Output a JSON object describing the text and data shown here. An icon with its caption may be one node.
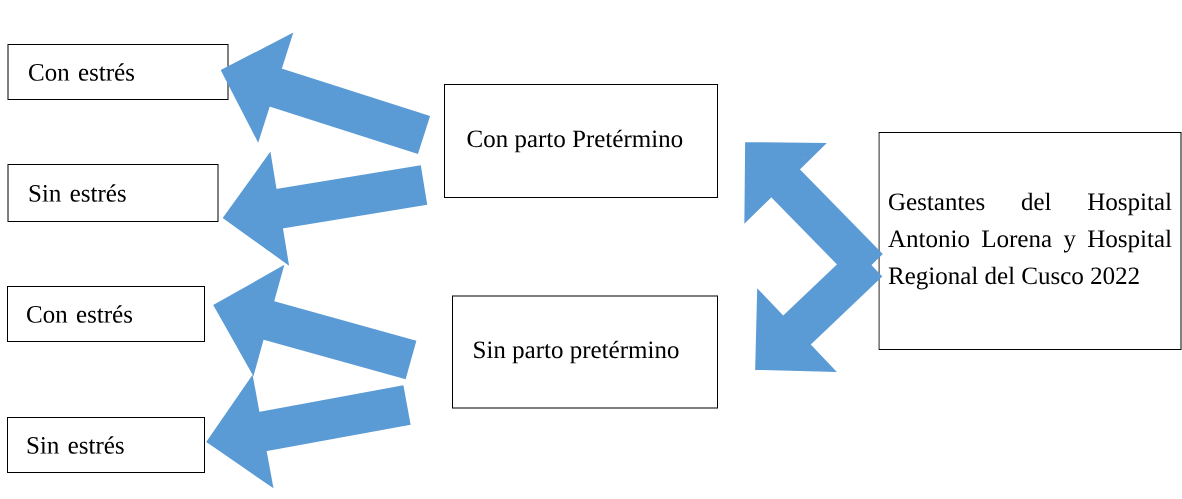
{
  "diagram": {
    "nodes": [
      {
        "text": [
          "Con estrés"
        ]
      },
      {
        "text": [
          "Sin estrés"
        ]
      },
      {
        "text": [
          "Con estrés"
        ]
      },
      {
        "text": [
          "Sin estrés"
        ]
      },
      {
        "text": [
          "Con parto Pretérmino"
        ]
      },
      {
        "text": [
          "Sin parto pretérmino"
        ]
      },
      {
        "text": [
          "Gestantes del Hospital Antonio Lorena y Hospital Regional del Cusco 2022"
        ]
      }
    ],
    "edges": [
      {
        "from": 6,
        "to": 4,
        "arrow": "to"
      },
      {
        "from": 6,
        "to": 5,
        "arrow": "to"
      },
      {
        "from": 4,
        "to": 0,
        "arrow": "to"
      },
      {
        "from": 4,
        "to": 1,
        "arrow": "to"
      },
      {
        "from": 5,
        "to": 2,
        "arrow": "to"
      },
      {
        "from": 5,
        "to": 3,
        "arrow": "to"
      }
    ]
  }
}
